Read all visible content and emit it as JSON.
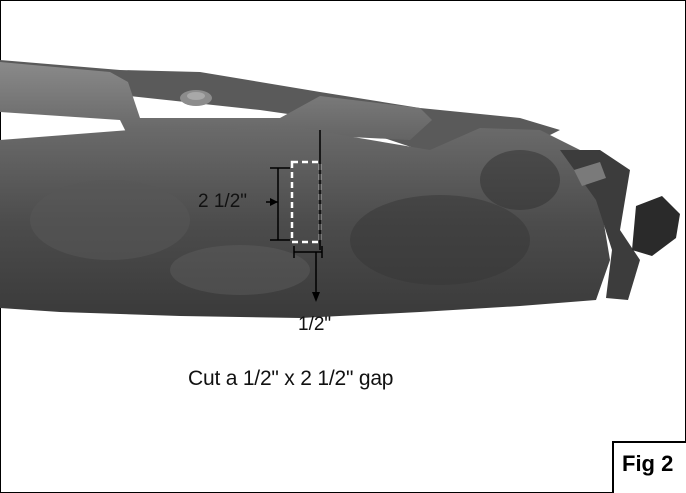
{
  "figure": {
    "label": "Fig 2",
    "caption": "Cut a 1/2\" x 2 1/2\" gap",
    "dimensions": {
      "height_label": "2 1/2\"",
      "width_label": "1/2\""
    }
  }
}
